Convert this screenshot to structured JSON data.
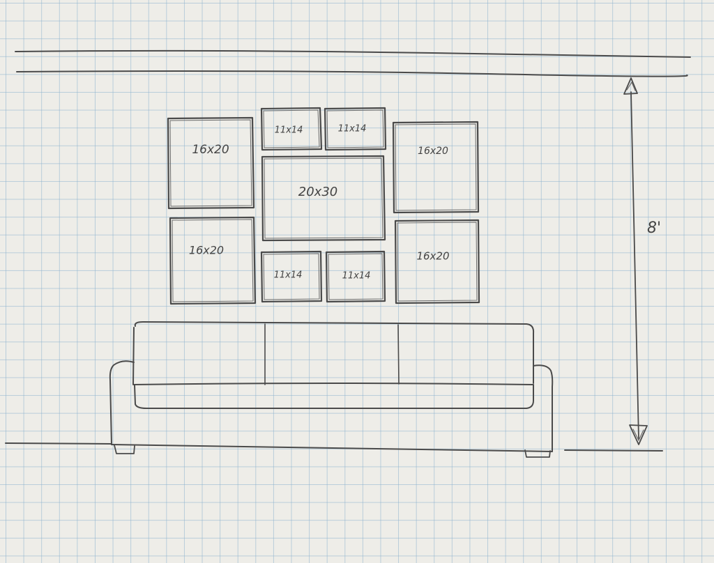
{
  "frames": [
    {
      "id": "top-left",
      "label": "16x20"
    },
    {
      "id": "top-small-left",
      "label": "11x14"
    },
    {
      "id": "top-small-right",
      "label": "11x14"
    },
    {
      "id": "center-large",
      "label": "20x30"
    },
    {
      "id": "top-right",
      "label": "16x20"
    },
    {
      "id": "bottom-left",
      "label": "16x20"
    },
    {
      "id": "bottom-small-left",
      "label": "11x14"
    },
    {
      "id": "bottom-small-right",
      "label": "11x14"
    },
    {
      "id": "bottom-right",
      "label": "16x20"
    }
  ],
  "dimension": {
    "label": "8'"
  },
  "colors": {
    "paper": "#eeede8",
    "grid": "#8cb2ce",
    "pencil": "#4a4a4a"
  }
}
